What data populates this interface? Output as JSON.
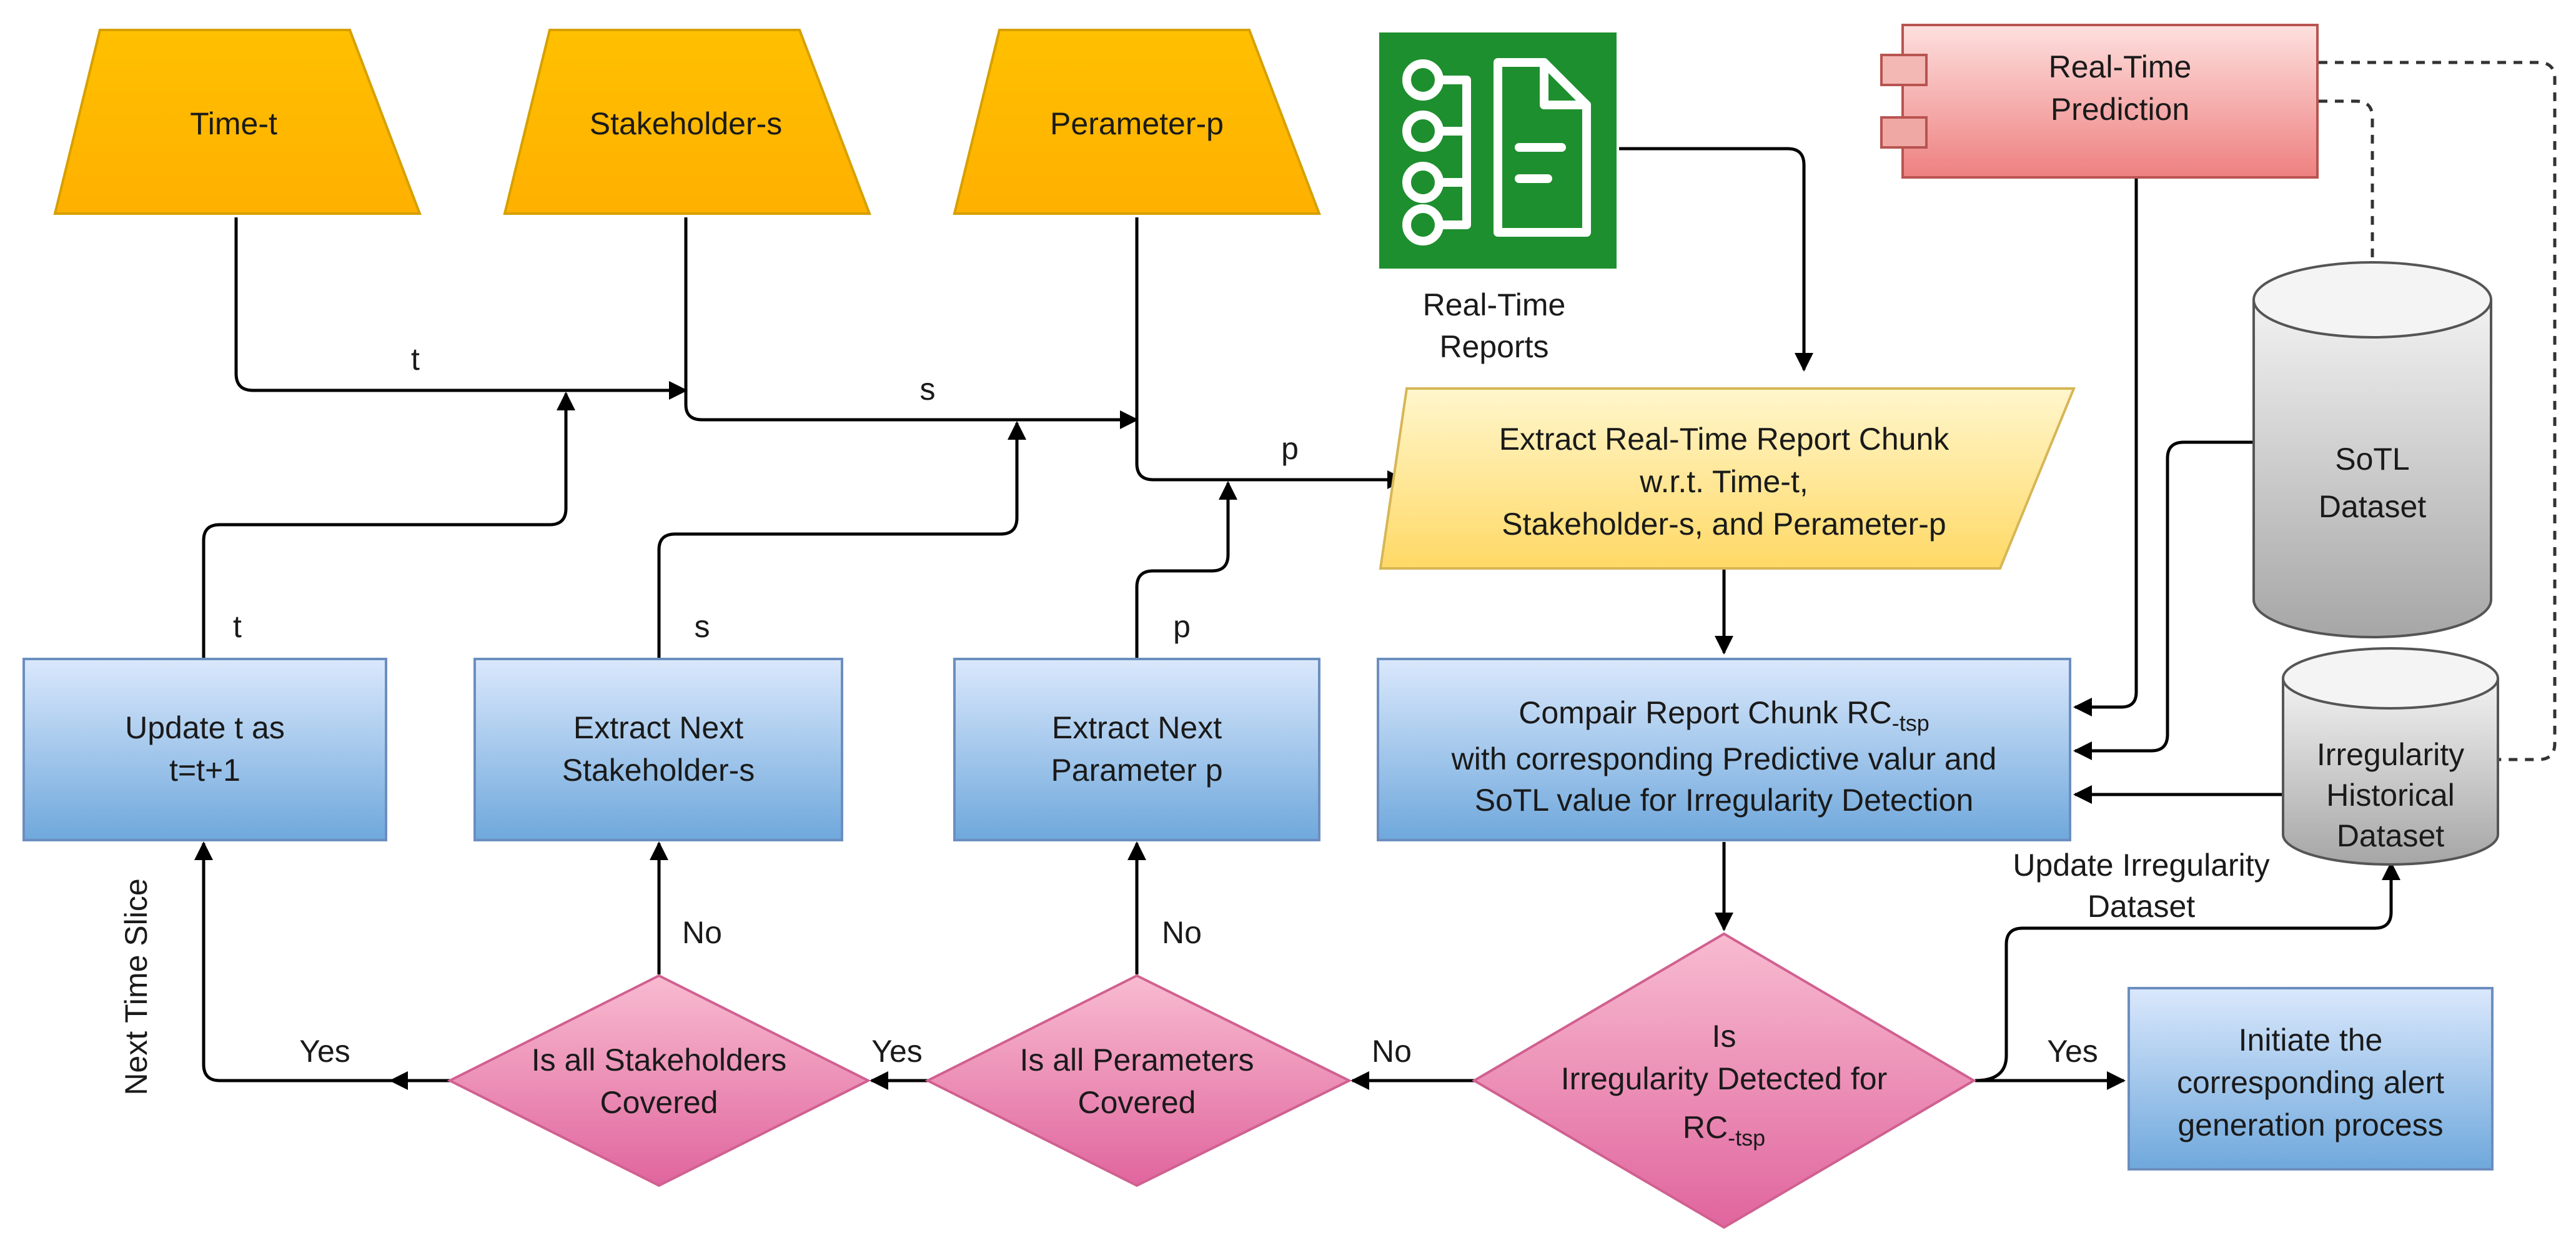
{
  "diagram": {
    "inputs": {
      "time": "Time-t",
      "stakeholder": "Stakeholder-s",
      "parameter": "Perameter-p"
    },
    "reports": {
      "label_line1": "Real-Time",
      "label_line2": "Reports"
    },
    "prediction": {
      "line1": "Real-Time",
      "line2": "Prediction"
    },
    "sotl_db": {
      "line1": "SoTL",
      "line2": "Dataset"
    },
    "irregularity_db": {
      "line1": "Irregularity",
      "line2": "Historical",
      "line3": "Dataset"
    },
    "extract_chunk": {
      "line1": "Extract Real-Time Report Chunk",
      "line2": "w.r.t. Time-t,",
      "line3": "Stakeholder-s, and Perameter-p"
    },
    "compare": {
      "line1_main": "Compair Report Chunk RC",
      "line1_sub": "-tsp",
      "line2": "with corresponding Predictive valur and",
      "line3": "SoTL value for Irregularity Detection"
    },
    "update_t": {
      "line1": "Update t as",
      "line2": "t=t+1"
    },
    "next_stakeholder": {
      "line1": "Extract Next",
      "line2": "Stakeholder-s"
    },
    "next_parameter": {
      "line1": "Extract Next",
      "line2": "Parameter p"
    },
    "decision_irregularity": {
      "line1": "Is",
      "line2": "Irregularity Detected for",
      "line3_main": "RC",
      "line3_sub": "-tsp"
    },
    "decision_parameters": {
      "line1": "Is all Perameters",
      "line2": "Covered"
    },
    "decision_stakeholders": {
      "line1": "Is all Stakeholders",
      "line2": "Covered"
    },
    "alert": {
      "line1": "Initiate the",
      "line2": "corresponding alert",
      "line3": "generation process"
    },
    "edge_labels": {
      "t": "t",
      "s": "s",
      "p": "p",
      "yes": "Yes",
      "no": "No",
      "next_time_slice": "Next Time Slice",
      "update_irregularity_line1": "Update Irregularity",
      "update_irregularity_line2": "Dataset"
    },
    "colors": {
      "input_fill": "#ffc000",
      "blue_top": "#dae8fc",
      "blue_bottom": "#6fa8dc",
      "pink_top": "#f8bbd0",
      "pink_bottom": "#e0659e",
      "red_top": "#fde0de",
      "red_bottom": "#ee8080",
      "yellow_top": "#fff6cc",
      "yellow_bottom": "#ffd966",
      "green": "#1e8f2e",
      "gray_top": "#f2f2f2",
      "gray_bottom": "#a6a6a6"
    }
  }
}
